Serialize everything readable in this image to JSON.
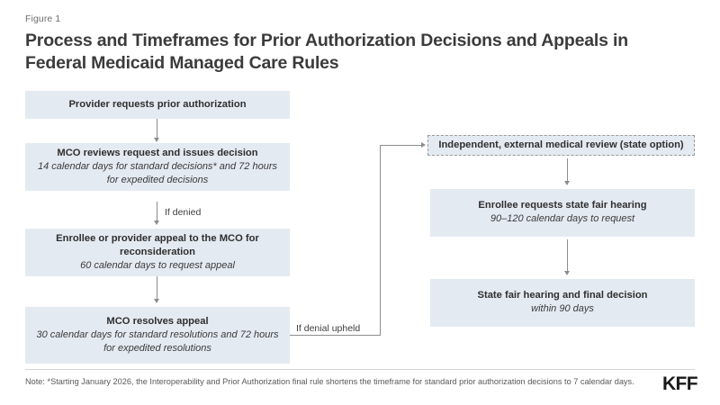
{
  "header": {
    "figure_label": "Figure 1",
    "title": "Process and Timeframes for Prior Authorization Decisions and Appeals in Federal Medicaid Managed Care Rules"
  },
  "colors": {
    "box_fill": "#e4eaf2",
    "connector": "#8a8d90",
    "dashed_border": "#9a9a9a",
    "title_text": "#3b3b3b",
    "note_text": "#58595b"
  },
  "flow": {
    "left_column": [
      {
        "id": "provider-request",
        "heading": "Provider requests prior authorization",
        "sub": ""
      },
      {
        "id": "mco-review",
        "heading": "MCO reviews request and issues decision",
        "sub": "14 calendar days for standard decisions* and 72 hours for expedited decisions"
      },
      {
        "id": "enrollee-appeal",
        "heading": "Enrollee or provider appeal to the MCO for reconsideration",
        "sub": "60 calendar days to request appeal"
      },
      {
        "id": "mco-resolves",
        "heading": "MCO resolves appeal",
        "sub": "30 calendar days for standard resolutions and 72 hours for expedited resolutions"
      }
    ],
    "right_column": [
      {
        "id": "external-review",
        "heading": "Independent, external medical review (state option)",
        "sub": ""
      },
      {
        "id": "state-fair-hearing-request",
        "heading": "Enrollee requests state fair hearing",
        "sub": "90–120 calendar days to request"
      },
      {
        "id": "state-fair-hearing-decision",
        "heading": "State fair hearing and final decision",
        "sub": "within 90 days"
      }
    ],
    "edge_labels": {
      "if_denied": "If denied",
      "if_denial_upheld": "If denial upheld"
    }
  },
  "footer": {
    "note": "Note: *Starting January 2026, the Interoperability and Prior Authorization final rule shortens the timeframe for standard prior authorization decisions to 7 calendar days.",
    "logo": "KFF"
  }
}
